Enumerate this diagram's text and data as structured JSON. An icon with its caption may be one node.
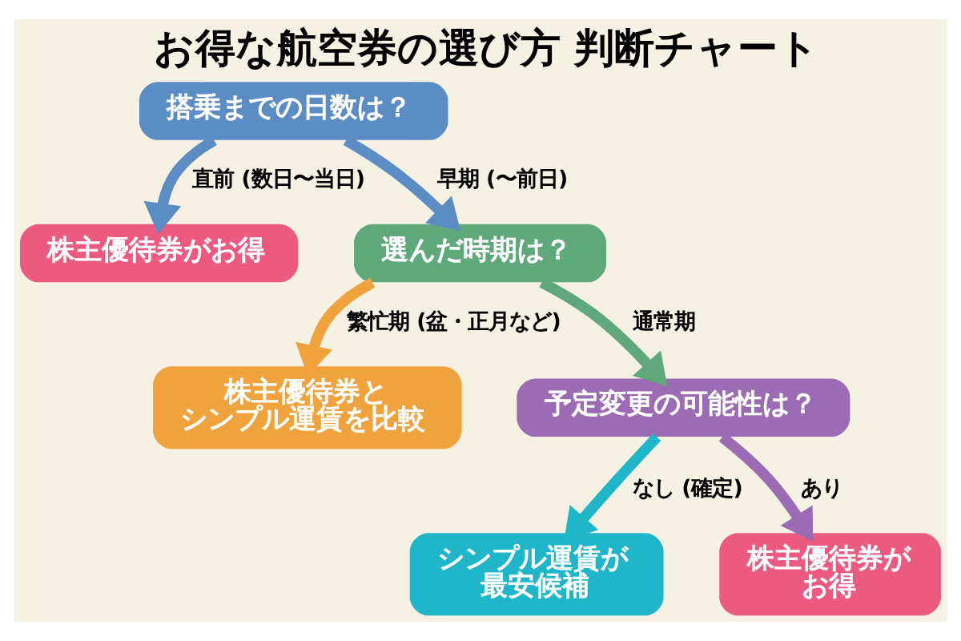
{
  "diagram": {
    "title": "お得な航空券の選び方 判断チャート",
    "nodes": [
      {
        "text": [
          "搭乗までの日数は？"
        ]
      },
      {
        "text": [
          "株主優待券がお得"
        ]
      },
      {
        "text": [
          "選んだ時期は？"
        ]
      },
      {
        "text": [
          "株主優待券とシンプル運賃を比較"
        ]
      },
      {
        "text": [
          "予定変更の可能性は？"
        ]
      },
      {
        "text": [
          "シンプル運賃が最安候補"
        ]
      },
      {
        "text": [
          "株主優待券がお得"
        ]
      }
    ],
    "edges": [
      {
        "from": 0,
        "to": 1,
        "arrow": "to",
        "label": "直前 (数日〜当日)"
      },
      {
        "from": 0,
        "to": 2,
        "arrow": "to",
        "label": "早期 (〜前日)"
      },
      {
        "from": 2,
        "to": 3,
        "arrow": "to",
        "label": "繁忙期 (盆・正月など)",
        "color": "#f0a23c"
      },
      {
        "from": 2,
        "to": 4,
        "arrow": "to",
        "label": "通常期",
        "color": "#5fa87a"
      },
      {
        "from": 4,
        "to": 5,
        "arrow": "to",
        "label": "なし (確定)",
        "color": "#1fb6c9"
      },
      {
        "from": 4,
        "to": 6,
        "arrow": "to",
        "label": "あり",
        "color": "#9b6bb3"
      }
    ]
  }
}
